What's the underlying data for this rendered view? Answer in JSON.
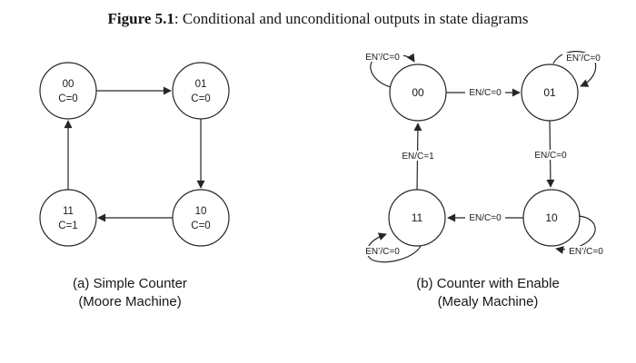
{
  "title": {
    "label": "Figure 5.1",
    "text": ": Conditional and unconditional outputs in state diagrams"
  },
  "moore": {
    "states": {
      "s00": {
        "name": "00",
        "output": "C=0"
      },
      "s01": {
        "name": "01",
        "output": "C=0"
      },
      "s10": {
        "name": "10",
        "output": "C=0"
      },
      "s11": {
        "name": "11",
        "output": "C=1"
      }
    },
    "caption": {
      "line1": "(a) Simple Counter",
      "line2": "(Moore Machine)"
    }
  },
  "mealy": {
    "states": {
      "s00": "00",
      "s01": "01",
      "s10": "10",
      "s11": "11"
    },
    "edges": {
      "t00_01": "EN/C=0",
      "t01_10": "EN/C=0",
      "t10_11": "EN/C=0",
      "t11_00": "EN/C=1",
      "loop00": "EN’/C=0",
      "loop01": "EN’/C=0",
      "loop10": "EN’/C=0",
      "loop11": "EN’/C=0"
    },
    "caption": {
      "line1": "(b) Counter with Enable",
      "line2": "(Mealy Machine)"
    }
  }
}
